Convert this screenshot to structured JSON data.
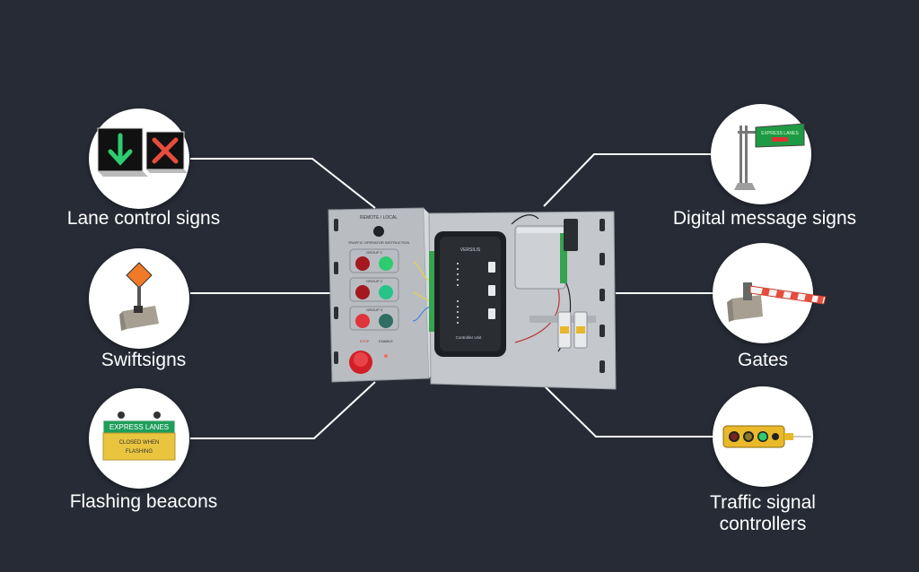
{
  "items": {
    "lane_control": {
      "label": "Lane control signs"
    },
    "swiftsigns": {
      "label": "Swiftsigns"
    },
    "flashing_beacons": {
      "label": "Flashing beacons",
      "sign_line1": "EXPRESS LANES",
      "sign_line2": "CLOSED WHEN",
      "sign_line3": "FLASHING"
    },
    "digital_message": {
      "label": "Digital message signs",
      "sign_text": "EXPRESS LANES"
    },
    "gates": {
      "label": "Gates"
    },
    "traffic_signal": {
      "label": "Traffic signal\ncontrollers"
    }
  },
  "panel": {
    "header": "REMOTE / LOCAL",
    "subheader": "TRAFFIC OPERATOR INSTRUCTION",
    "group1": "GROUP 1",
    "group2": "GROUP 2",
    "group3": "GROUP 3",
    "stop": "STOP",
    "enable": "ENABLE",
    "brand": "VERSILIS",
    "unit_label": "Controller Unit"
  },
  "colors": {
    "background": "#262b35",
    "connector": "#ffffff",
    "signal_green": "#2ecc71",
    "signal_red": "#e74c3c",
    "express_green": "#1e9e5a",
    "express_yellow": "#e9c53f"
  }
}
